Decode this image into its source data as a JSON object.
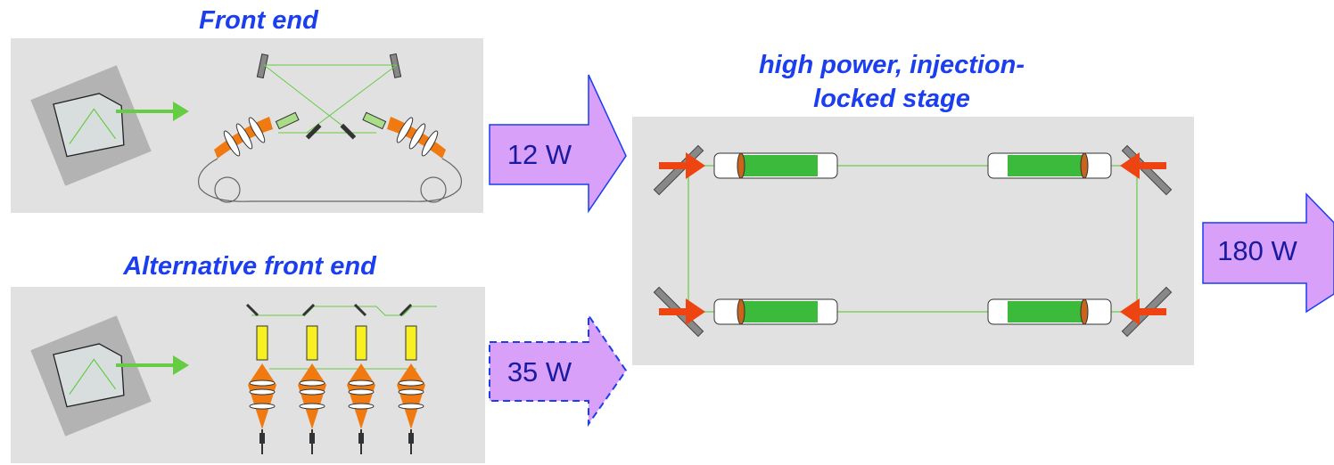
{
  "front_end": {
    "title": "Front end"
  },
  "alt_front_end": {
    "title": "Alternative front end"
  },
  "stage": {
    "title_line1": "high power, injection-",
    "title_line2": "locked stage"
  },
  "arrows": {
    "arrow_12w": "12 W",
    "arrow_35w": "35 W",
    "arrow_180w": "180 W"
  },
  "colors": {
    "title": "#1a3ef0",
    "panel": "#e1e1e1",
    "arrow_fill": "#d8a0f8",
    "arrow_stroke": "#1a3ef0",
    "beam": "#66cc44",
    "pump": "#ee4411"
  }
}
